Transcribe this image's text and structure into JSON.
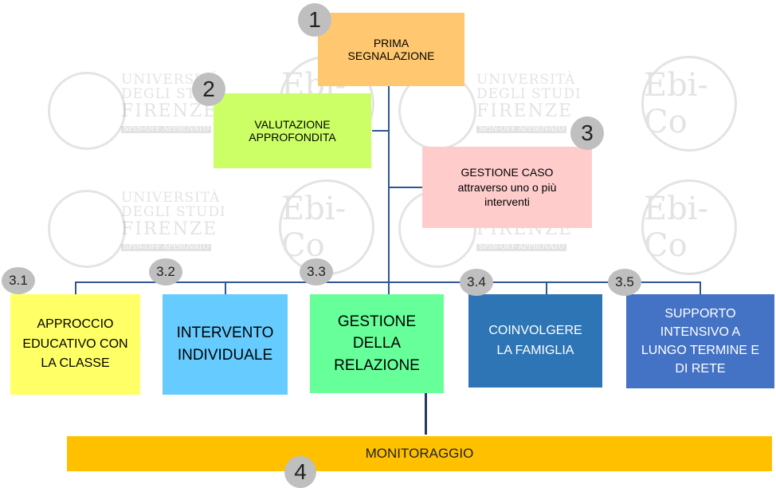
{
  "watermark": {
    "university": [
      "UNIVERSITÀ",
      "DEGLI STUDI",
      "FIRENZE",
      "SPIN-OFF APPROVATO"
    ],
    "logo": "Ebi-Co"
  },
  "steps": {
    "s1": {
      "number": "1",
      "label": "PRIMA\nSEGNALAZIONE",
      "color": "#ffc870"
    },
    "s2": {
      "number": "2",
      "label": "VALUTAZIONE\nAPPROFONDITA",
      "color": "#ccff66"
    },
    "s3": {
      "number": "3",
      "label": "GESTIONE CASO\nattraverso uno o più\ninterventi",
      "color": "#ffcccc"
    },
    "s4": {
      "number": "4",
      "label": "MONITORAGGIO",
      "color": "#ffc000"
    }
  },
  "interventions": [
    {
      "number": "3.1",
      "label": "APPROCCIO\nEDUCATIVO CON\nLA CLASSE",
      "color": "#ffff66"
    },
    {
      "number": "3.2",
      "label": "INTERVENTO\nINDIVIDUALE",
      "color": "#66ccff"
    },
    {
      "number": "3.3",
      "label": "GESTIONE\nDELLA\nRELAZIONE",
      "color": "#66ff99"
    },
    {
      "number": "3.4",
      "label": "COINVOLGERE\nLA FAMIGLIA",
      "color": "#2e75b6"
    },
    {
      "number": "3.5",
      "label": "SUPPORTO\nINTENSIVO A\nLUNGO TERMINE E\nDI RETE",
      "color": "#4472c4"
    }
  ]
}
